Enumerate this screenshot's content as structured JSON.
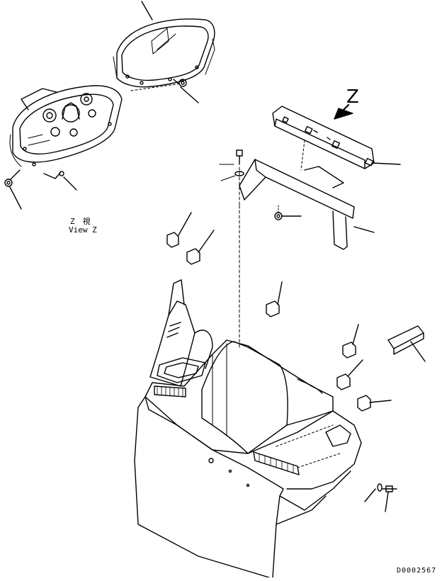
{
  "view": {
    "direction_letter": "Z",
    "caption_jp": "Z　視",
    "caption_en": "View Z"
  },
  "drawing_number": "D0002567"
}
